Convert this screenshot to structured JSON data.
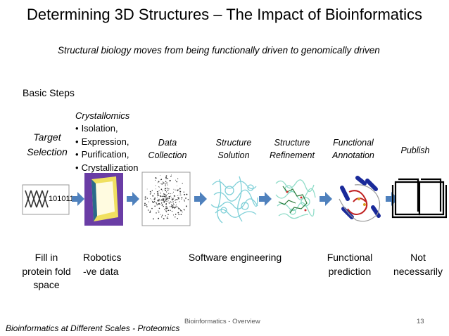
{
  "slide": {
    "title": "Determining 3D Structures – The Impact of Bioinformatics",
    "subtitle": "Structural biology moves from being functionally driven to genomically driven",
    "basic_steps": "Basic Steps"
  },
  "steps": {
    "target_selection": [
      "Target",
      "Selection"
    ],
    "crystallomics_heading": "Crystallomics",
    "crystallomics_items": [
      "Isolation,",
      "Expression,",
      "Purification,",
      "Crystallization"
    ],
    "data_collection": [
      "Data",
      "Collection"
    ],
    "structure_solution": [
      "Structure",
      "Solution"
    ],
    "structure_refinement": [
      "Structure",
      "Refinement"
    ],
    "functional_annotation": [
      "Functional",
      "Annotation"
    ],
    "publish": "Publish"
  },
  "images": {
    "sequence_text": "101011"
  },
  "bottom_row": {
    "fill_fold": [
      "Fill in",
      "protein fold",
      "space"
    ],
    "robotics": [
      "Robotics",
      "-ve data"
    ],
    "software": "Software engineering",
    "functional_prediction": [
      "Functional",
      "prediction"
    ],
    "not_necessarily": [
      "Not",
      "necessarily"
    ]
  },
  "footer": {
    "center": "Bioinformatics - Overview",
    "page_number": "13",
    "caption": "Bioinformatics at Different Scales - Proteomics"
  },
  "colors": {
    "arrow": "#4f81bd",
    "density_map": "#7fd0d8"
  }
}
